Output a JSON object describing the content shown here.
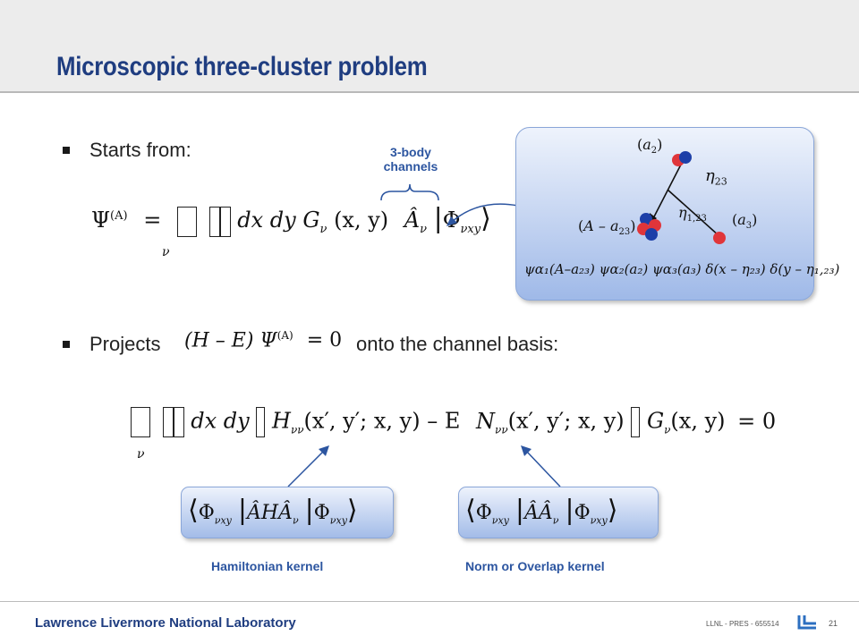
{
  "slide": {
    "title": "Microscopic three-cluster problem",
    "bullet1": "Starts from:",
    "bullet2_pre": "Projects",
    "bullet2_post": "onto the channel basis:",
    "channels_label_line1": "3-body",
    "channels_label_line2": "channels",
    "kernel_left_label": "Hamiltonian kernel",
    "kernel_right_label": "Norm or Overlap kernel"
  },
  "diagram": {
    "label_a2": "a",
    "label_a2_sub": "2",
    "label_a3": "a",
    "label_a3_sub": "3",
    "label_Aa23": "A – a",
    "label_Aa23_sub": "23",
    "label_eta23": "η",
    "label_eta23_sub": "23",
    "label_eta123": "η",
    "label_eta123_sub": "1,23",
    "formula": "ψα₁(A–a₂₃) ψα₂(a₂) ψα₃(a₃) δ(x – η₂₃) δ(y – η₁,₂₃)"
  },
  "equations": {
    "eq1_lhs": "Ψ",
    "eq1_sup": "(A)",
    "eq1_eq": "=",
    "eq1_sub_nu": "ν",
    "eq1_body": "dx dy G",
    "eq1_g_sub": "ν",
    "eq1_args": "(x, y)",
    "eq1_A": "Â",
    "eq1_A_sub": "ν",
    "eq1_ket": "Φ",
    "eq1_ket_sub": "νxy",
    "proj": "(H – E) Ψ",
    "proj_sup": "(A)",
    "proj_rhs": "= 0",
    "eq2_sub_nu": "ν",
    "eq2_body1": "dx dy",
    "eq2_H": "H",
    "eq2_H_sub": "νν",
    "eq2_H_args": "(x′, y′; x, y)",
    "eq2_minus": "– E",
    "eq2_N": "N",
    "eq2_N_sub": "νν",
    "eq2_N_args": "(x′, y′; x, y)",
    "eq2_G": "G",
    "eq2_G_sub": "ν",
    "eq2_G_args": "(x, y)",
    "eq2_rhs": "= 0",
    "kernel_left_bra": "Φ",
    "kernel_left_bra_sub": "νxy",
    "kernel_left_op": "ÂHÂ",
    "kernel_left_op_sub": "ν",
    "kernel_left_ket": "Φ",
    "kernel_left_ket_sub": "νxy",
    "kernel_right_bra": "Φ",
    "kernel_right_bra_sub": "νxy",
    "kernel_right_op": "ÂÂ",
    "kernel_right_op_sub": "ν",
    "kernel_right_ket": "Φ",
    "kernel_right_ket_sub": "νxy"
  },
  "footer": {
    "lab": "Lawrence Livermore National Laboratory",
    "code": "LLNL - PRES - 655514",
    "page": "21"
  },
  "colors": {
    "title": "#1f3d80",
    "accent": "#2c55a0",
    "panel": "#a9c1ec",
    "proton": "#e0353a",
    "neutron": "#1d3fa8"
  }
}
